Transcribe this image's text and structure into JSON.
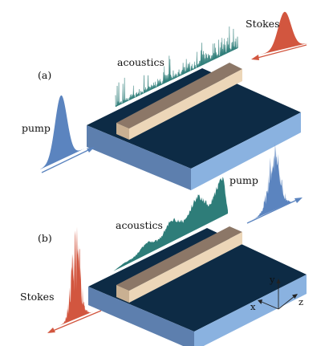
{
  "panels": [
    {
      "tag": "(a)",
      "labels": {
        "acoustics": "acoustics",
        "pump": "pump",
        "stokes": "Stokes"
      }
    },
    {
      "tag": "(b)",
      "labels": {
        "acoustics": "acoustics",
        "pump": "pump",
        "stokes": "Stokes"
      }
    }
  ],
  "axes": {
    "x": "x",
    "y": "y",
    "z": "z"
  },
  "colors": {
    "pump": "#5b84bf",
    "stokes": "#d2563f",
    "acoustics": "#2e7d79",
    "slab_top": "#0d2b45",
    "slab_front": "#5d7fae",
    "slab_right": "#8ab2e0",
    "wg_top": "#8c7767",
    "wg_front": "#ecd6b8",
    "wg_end": "#c9b092"
  }
}
